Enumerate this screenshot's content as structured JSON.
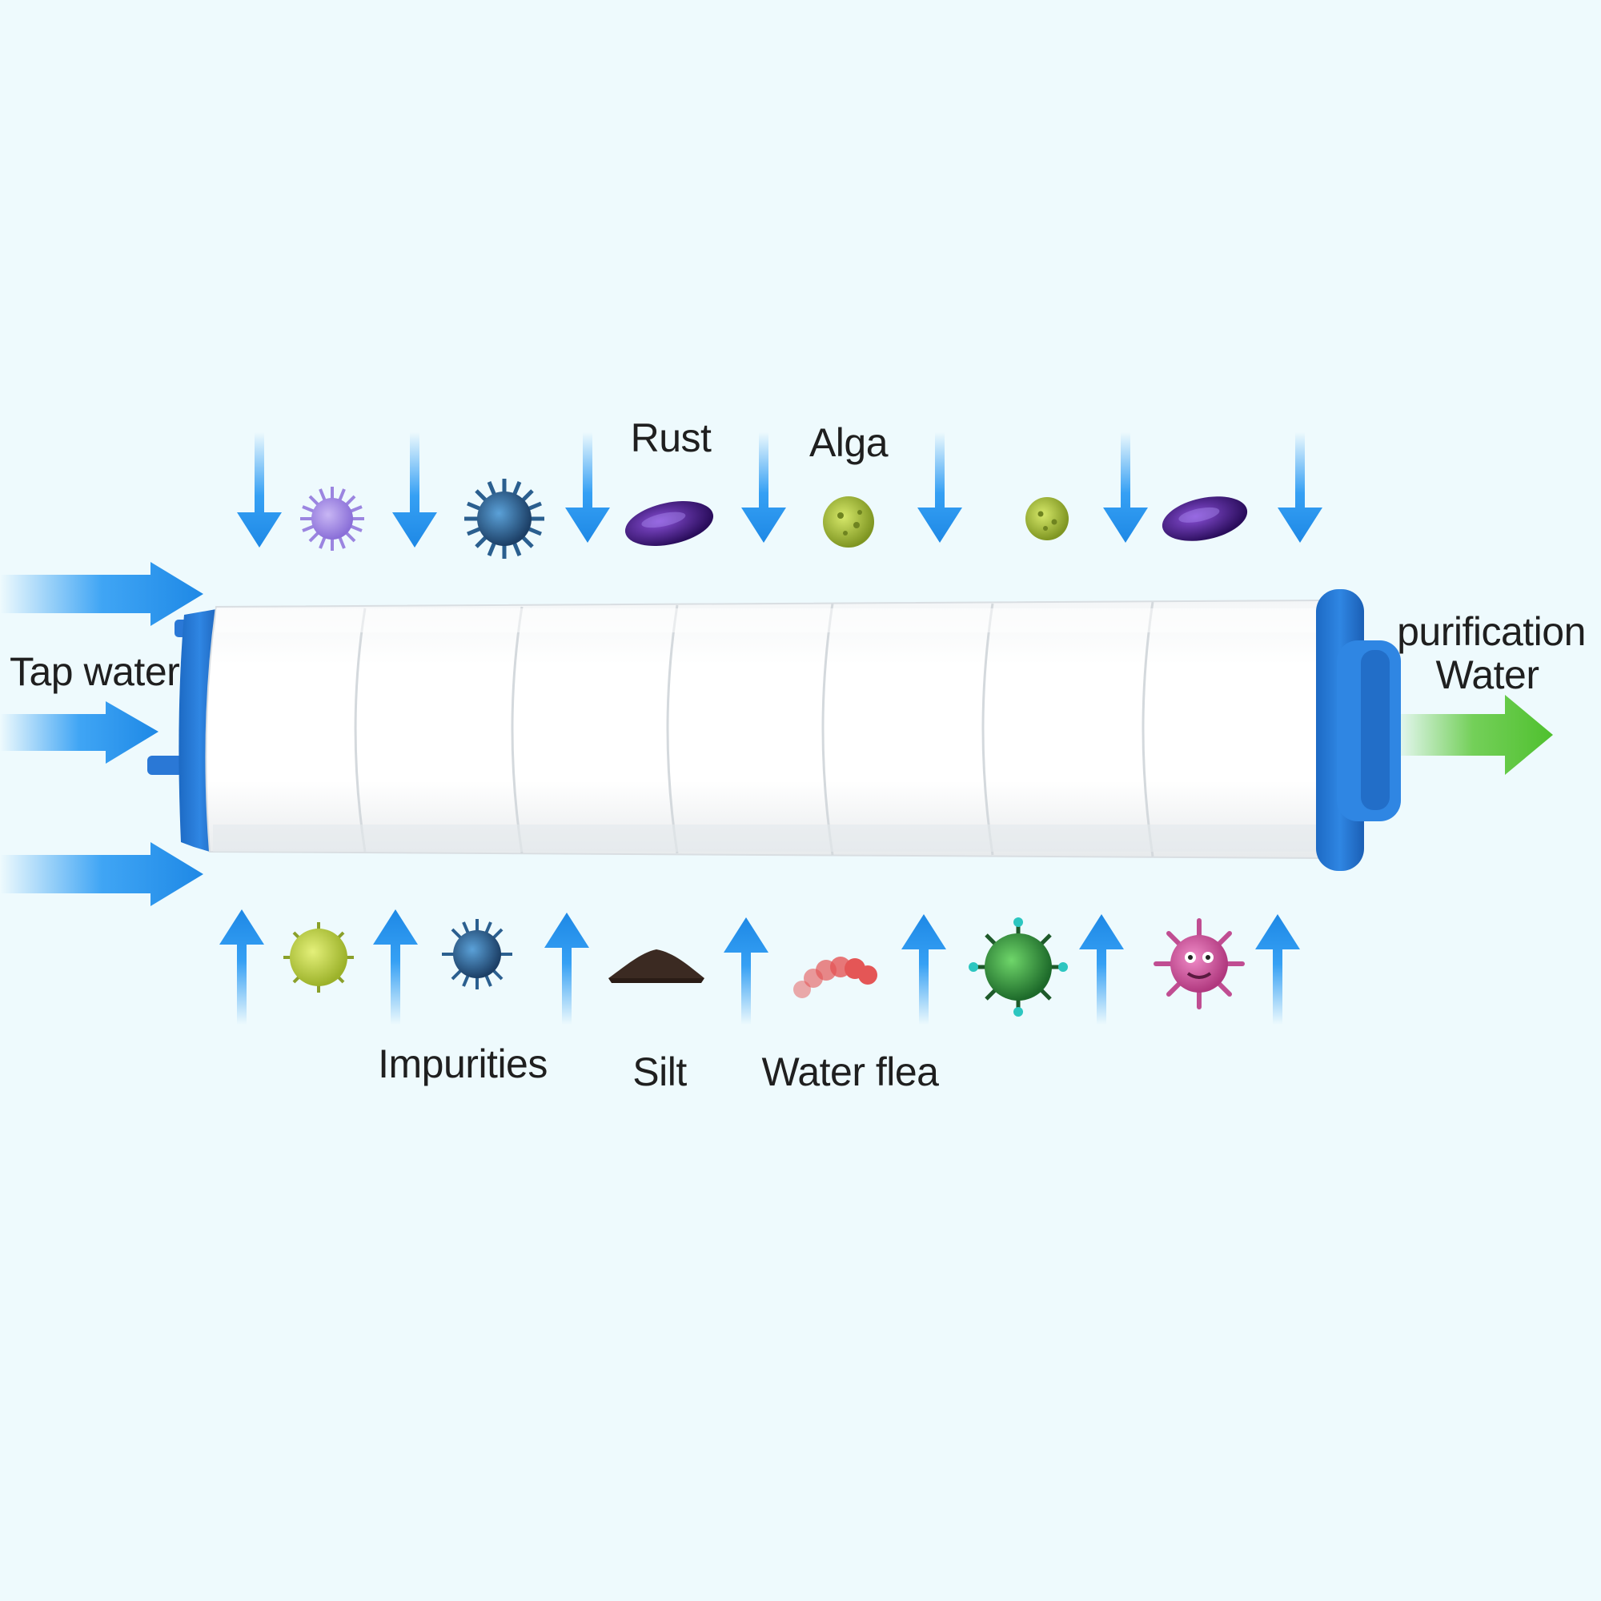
{
  "labels": {
    "tap_water": "Tap water",
    "output_line1": "purification",
    "output_line2": "Water",
    "rust": "Rust",
    "alga": "Alga",
    "impurities": "Impurities",
    "silt": "Silt",
    "water_flea": "Water flea"
  },
  "colors": {
    "background": "#eefafd",
    "inflow_arrow": "#2196f3",
    "outflow_arrow": "#5ec83c",
    "filter_body": "#ffffff",
    "end_cap": "#2a78d6",
    "label_text": "#1f1f1f"
  },
  "particles_top": [
    {
      "icon": "purple-virus-icon"
    },
    {
      "icon": "blue-virus-icon"
    },
    {
      "icon": "rust-capsule-icon"
    },
    {
      "icon": "alga-sphere-icon"
    },
    {
      "icon": "alga-sphere-icon"
    },
    {
      "icon": "rust-capsule-icon"
    }
  ],
  "particles_bottom": [
    {
      "icon": "green-spore-icon"
    },
    {
      "icon": "blue-virus-icon"
    },
    {
      "icon": "silt-pile-icon"
    },
    {
      "icon": "water-flea-icon"
    },
    {
      "icon": "green-virus-icon"
    },
    {
      "icon": "pink-microbe-icon"
    }
  ]
}
